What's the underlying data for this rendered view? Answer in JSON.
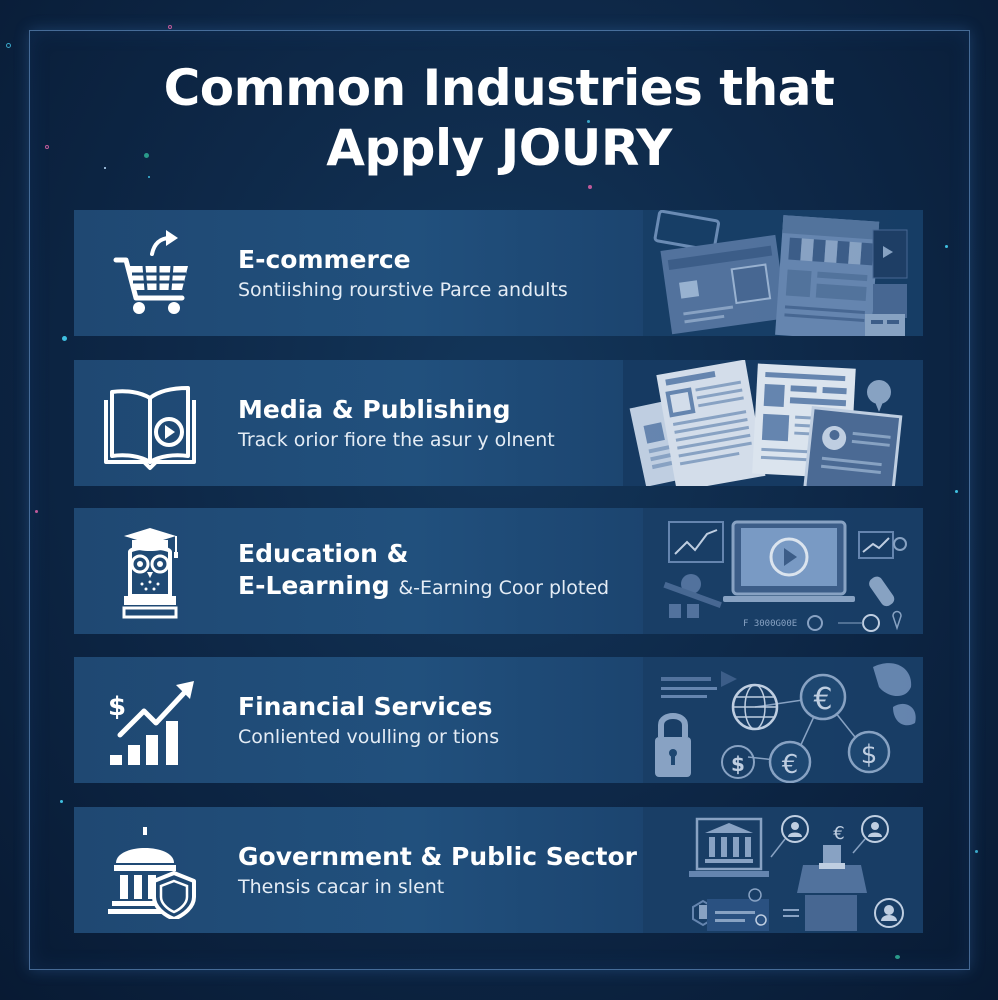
{
  "title": {
    "line1": "Common Industries that",
    "line2": "Apply JOURY"
  },
  "colors": {
    "background": "#0d2645",
    "card": "#1f4872",
    "frame": "#78aae1",
    "text": "#ffffff",
    "illustration": "#7f9fc9"
  },
  "industries": [
    {
      "name": "E-commerce",
      "description": "Sontiishing rourstive Parce andults",
      "icon": "shopping-cart-icon",
      "illustration": "online-store-pages-illustration"
    },
    {
      "name": "Media & Publishing",
      "description": "Track orior fiore the asur y olnent",
      "icon": "open-book-play-icon",
      "illustration": "newspapers-illustration"
    },
    {
      "name": "Education &",
      "name_line2": "E-Learning",
      "description": "&-Earning Coor ploted",
      "icon": "owl-graduate-icon",
      "illustration": "laptop-video-illustration"
    },
    {
      "name": "Financial Services",
      "description": "Conliented voulling or tions",
      "icon": "dollar-growth-chart-icon",
      "illustration": "currency-network-illustration"
    },
    {
      "name": "Government & Public Sector",
      "description": "Thensis cacar in slent",
      "icon": "government-building-shield-icon",
      "illustration": "voting-ballot-illustration"
    }
  ]
}
